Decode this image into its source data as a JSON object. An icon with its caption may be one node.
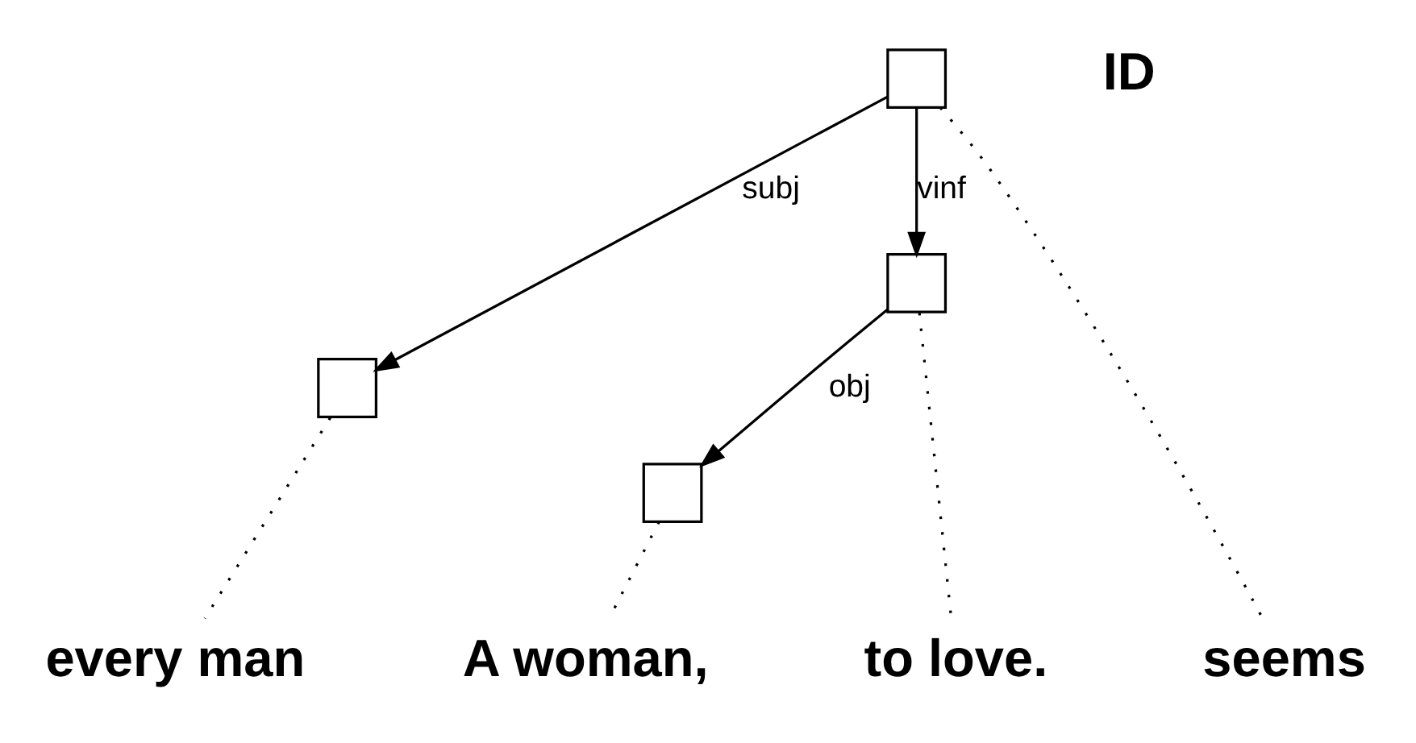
{
  "diagram": {
    "nodes": [
      {
        "text": [],
        "shape": "box"
      },
      {
        "text": [],
        "shape": "box"
      },
      {
        "text": [],
        "shape": "box"
      },
      {
        "text": [],
        "shape": "box"
      },
      {
        "text": [
          "A woman,"
        ]
      },
      {
        "text": [
          "every man"
        ]
      },
      {
        "text": [
          "seems"
        ]
      },
      {
        "text": [
          "to love."
        ]
      }
    ],
    "edges": [
      {
        "from": 0,
        "to": 1,
        "arrow": "to",
        "label": "subj"
      },
      {
        "from": 0,
        "to": 2,
        "arrow": "to",
        "label": "vinf"
      },
      {
        "from": 2,
        "to": 3,
        "arrow": "to",
        "label": "obj"
      },
      {
        "from": 3,
        "to": 4,
        "arrow": "none",
        "style": "dashed"
      },
      {
        "from": 1,
        "to": 5,
        "arrow": "none",
        "style": "dashed"
      },
      {
        "from": 0,
        "to": 6,
        "arrow": "none",
        "style": "dashed"
      },
      {
        "from": 2,
        "to": 7,
        "arrow": "none",
        "style": "dashed"
      }
    ],
    "labels": [
      "ID"
    ]
  }
}
